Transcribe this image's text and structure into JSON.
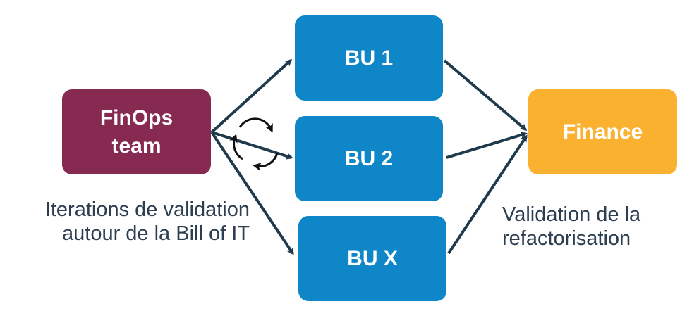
{
  "nodes": {
    "finops": {
      "line1": "FinOps",
      "line2": "team",
      "color": "#872a52"
    },
    "bu1": {
      "label": "BU 1",
      "color": "#0e86c8"
    },
    "bu2": {
      "label": "BU 2",
      "color": "#0e86c8"
    },
    "bux": {
      "label": "BU X",
      "color": "#0e86c8"
    },
    "finance": {
      "label": "Finance",
      "color": "#fbb130"
    }
  },
  "captions": {
    "left": {
      "line1": "Iterations de validation",
      "line2": "autour de la Bill of IT"
    },
    "right": {
      "line1": "Validation de la",
      "line2": "refactorisation"
    }
  },
  "colors": {
    "arrow": "#1f3a4d",
    "caption_text": "#2c3e50",
    "cycle_icon": "#111111"
  },
  "icons": {
    "cycle": "refresh-cycle-icon"
  }
}
